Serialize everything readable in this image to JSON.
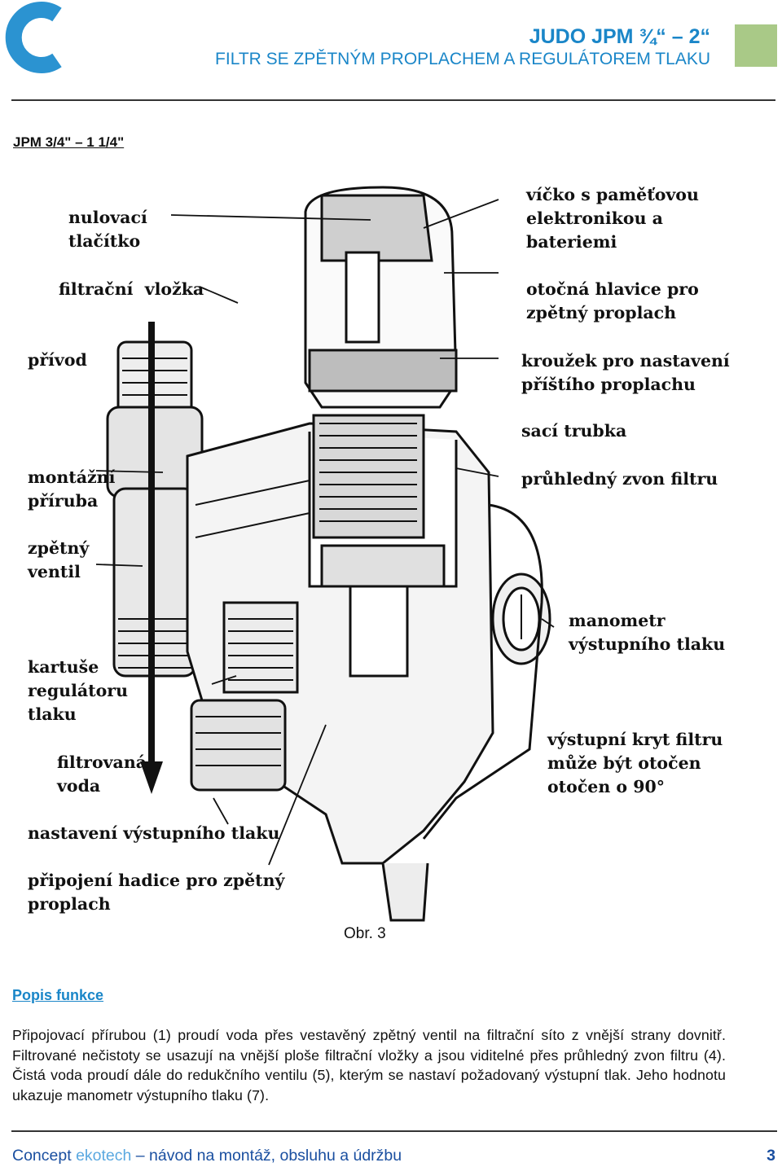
{
  "header": {
    "title_line1": "JUDO JPM ¾“ – 2“",
    "title_line2": "FILTR SE ZPĚTNÝM PROPLACHEM A REGULÁTOREM TLAKU",
    "brand_color": "#1a86c8",
    "square_color": "#a9c987"
  },
  "model": "JPM 3/4\" – 1 1/4\"",
  "figure": {
    "labels_left": [
      "nulovací\ntlačítko",
      "filtrační  vložka",
      "přívod",
      "montážní\npříruba",
      "zpětný\nventil",
      "kartuše\nregulátoru\ntlaku",
      "filtrovaná\nvoda",
      "nastavení výstupního tlaku",
      "připojení hadice pro zpětný\nproplach"
    ],
    "labels_right": [
      "víčko s paměťovou\nelektronikou a\nbateriemi",
      "otočná hlavice pro\nzpětný proplach",
      "kroužek pro nastavení\npříštího proplachu",
      "sací trubka",
      "průhledný zvon filtru",
      "manometr\nvýstupního tlaku",
      "výstupní kryt filtru\nmůže být otočen\notočen o 90°"
    ],
    "caption": "Obr. 3"
  },
  "section": {
    "title": "Popis funkce",
    "text": "Připojovací přírubou (1) proudí voda přes vestavěný zpětný ventil na filtrační síto z vnější strany dovnitř. Filtrované nečistoty se usazují na vnější ploše filtrační vložky a jsou viditelné přes průhledný zvon filtru (4). Čistá voda proudí dále do redukčního ventilu (5), kterým se nastaví požadovaný výstupní tlak. Jeho hodnotu ukazuje manometr výstupního tlaku (7)."
  },
  "footer": {
    "concept": "Concept",
    "brand": "ekotech",
    "rest": "– návod na montáž, obsluhu a údržbu",
    "page": "3"
  }
}
